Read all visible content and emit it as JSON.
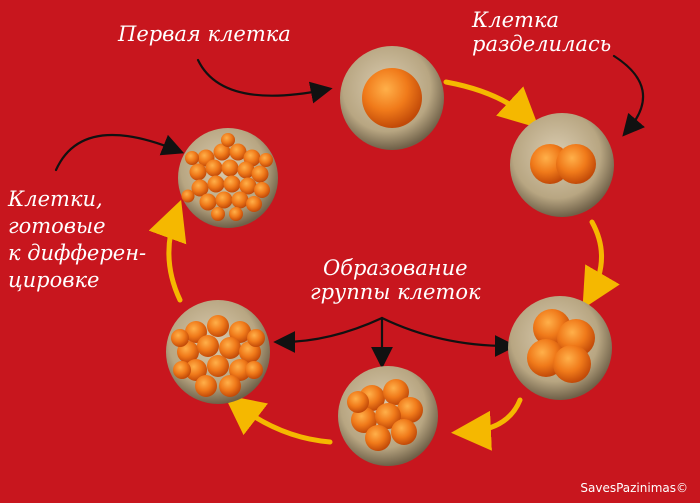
{
  "background_color": "#c8161e",
  "arrow_color_cycle": "#f5b800",
  "arrow_color_pointer": "#111111",
  "labels": {
    "first_cell": "Первая клетка",
    "cell_divided": [
      "Клетка",
      "разделилась"
    ],
    "ready_cells": [
      "Клетки,",
      "готовые",
      "к дифферен-",
      "цировке"
    ],
    "group_formation": [
      "Образование",
      "группы клеток"
    ]
  },
  "stages": [
    {
      "name": "one-cell",
      "cells": 1
    },
    {
      "name": "two-cells",
      "cells": 2
    },
    {
      "name": "four-cells",
      "cells": 4
    },
    {
      "name": "eight-cells",
      "cells": 8
    },
    {
      "name": "sixteen-cells",
      "cells": 16
    },
    {
      "name": "many-cells",
      "cells": 24
    }
  ],
  "watermark": "SavesPazinimas©"
}
